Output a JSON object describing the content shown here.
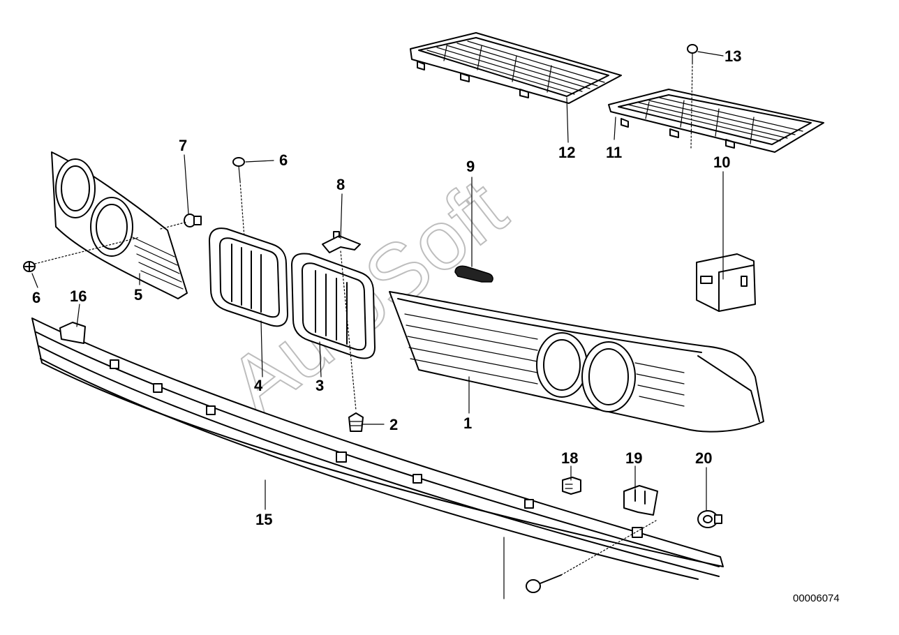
{
  "diagram": {
    "document_number": "00006074",
    "watermark": "AutoSoft",
    "callouts": [
      {
        "id": "c1",
        "label": "1"
      },
      {
        "id": "c2",
        "label": "2"
      },
      {
        "id": "c3",
        "label": "3"
      },
      {
        "id": "c4",
        "label": "4"
      },
      {
        "id": "c5",
        "label": "5"
      },
      {
        "id": "c6a",
        "label": "6"
      },
      {
        "id": "c6b",
        "label": "6"
      },
      {
        "id": "c7",
        "label": "7"
      },
      {
        "id": "c8",
        "label": "8"
      },
      {
        "id": "c9",
        "label": "9"
      },
      {
        "id": "c10",
        "label": "10"
      },
      {
        "id": "c11",
        "label": "11"
      },
      {
        "id": "c12",
        "label": "12"
      },
      {
        "id": "c13",
        "label": "13"
      },
      {
        "id": "c15",
        "label": "15"
      },
      {
        "id": "c16",
        "label": "16"
      },
      {
        "id": "c18",
        "label": "18"
      },
      {
        "id": "c19",
        "label": "19"
      },
      {
        "id": "c20",
        "label": "20"
      }
    ]
  }
}
